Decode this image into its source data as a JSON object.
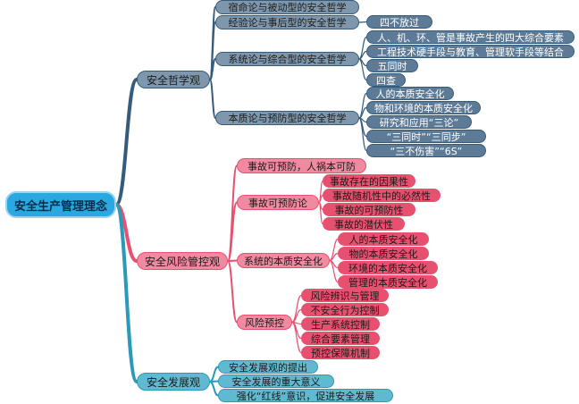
{
  "root": {
    "label": "安全生产管理理念"
  },
  "branches": [
    {
      "label": "安全哲学观",
      "color": "#355c7d",
      "fill": "#7f97ad",
      "leaf_fill": "#5d7b96",
      "children": [
        {
          "label": "宿命论与被动型的安全哲学",
          "children": []
        },
        {
          "label": "经验论与事后型的安全哲学",
          "children": [
            "四不放过"
          ]
        },
        {
          "label": "系统论与综合型的安全哲学",
          "children": [
            "人、机、环、管是事故产生的四大综合要素",
            "工程技术硬手段与教育、管理软手段等结合",
            "五同时",
            "四查"
          ]
        },
        {
          "label": "本质论与预防型的安全哲学",
          "children": [
            "人的本质安全化",
            "物和环境的本质安全化",
            "研究和应用“三论”",
            "“三同时”“三同步”",
            "“三不伤害”“6S”"
          ]
        }
      ]
    },
    {
      "label": "安全风险管控观",
      "color": "#e8506f",
      "fill": "#f08aa0",
      "leaf_fill": "#e8506f",
      "children": [
        {
          "label": "事故可预防，人祸本可防",
          "children": []
        },
        {
          "label": "事故可预防论",
          "children": [
            "事故存在的因果性",
            "事故随机性中的必然性",
            "事故的可预防性",
            "事故的潜伏性"
          ]
        },
        {
          "label": "系统的本质安全化",
          "children": [
            "人的本质安全化",
            "物的本质安全化",
            "环境的本质安全化",
            "管理的本质安全化"
          ]
        },
        {
          "label": "风险预控",
          "children": [
            "风险辨识与管理",
            "不安全行为控制",
            "生产系统控制",
            "综合要素管理",
            "预控保障机制"
          ]
        }
      ]
    },
    {
      "label": "安全发展观",
      "color": "#2a9ab8",
      "fill": "#5fb9d0",
      "leaf_fill": "#2a9ab8",
      "children": [
        {
          "label": "安全发展观的提出",
          "children": []
        },
        {
          "label": "安全发展的重大意义",
          "children": []
        },
        {
          "label": "强化“红线”意识，促进安全发展",
          "children": []
        }
      ]
    }
  ],
  "colors": {
    "root_fill": "#29a9df",
    "root_border": "#9bd4ee",
    "text": "#1b1b1b"
  }
}
